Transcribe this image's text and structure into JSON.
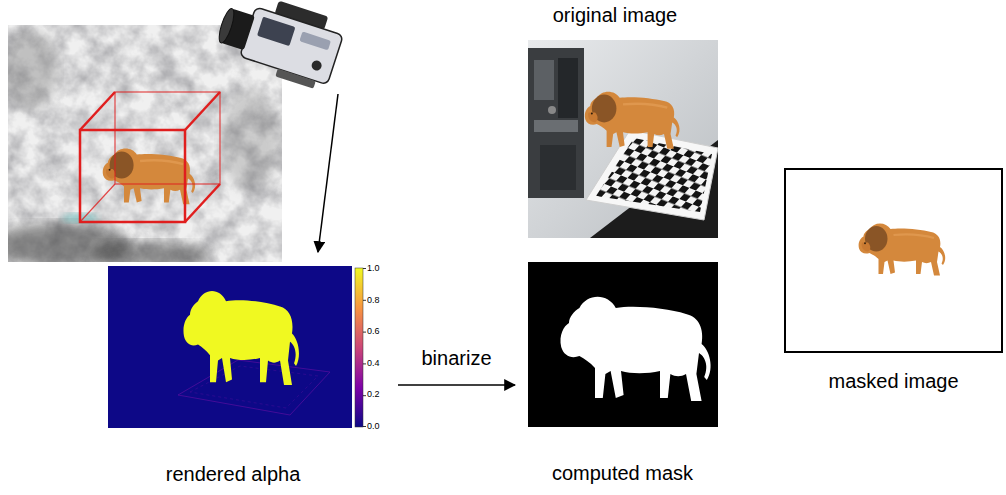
{
  "diagram": {
    "nodes": [
      {
        "text": [
          "original image"
        ]
      },
      {
        "text": [
          "rendered alpha"
        ]
      },
      {
        "text": [
          "computed mask"
        ]
      },
      {
        "text": [
          "masked image"
        ]
      }
    ],
    "edges": [
      {
        "from": 1,
        "to": 2,
        "label": "binarize",
        "arrow": "to"
      }
    ],
    "labels": [
      "1.0",
      "0.8",
      "0.6",
      "0.4",
      "0.2",
      "0.0"
    ]
  }
}
